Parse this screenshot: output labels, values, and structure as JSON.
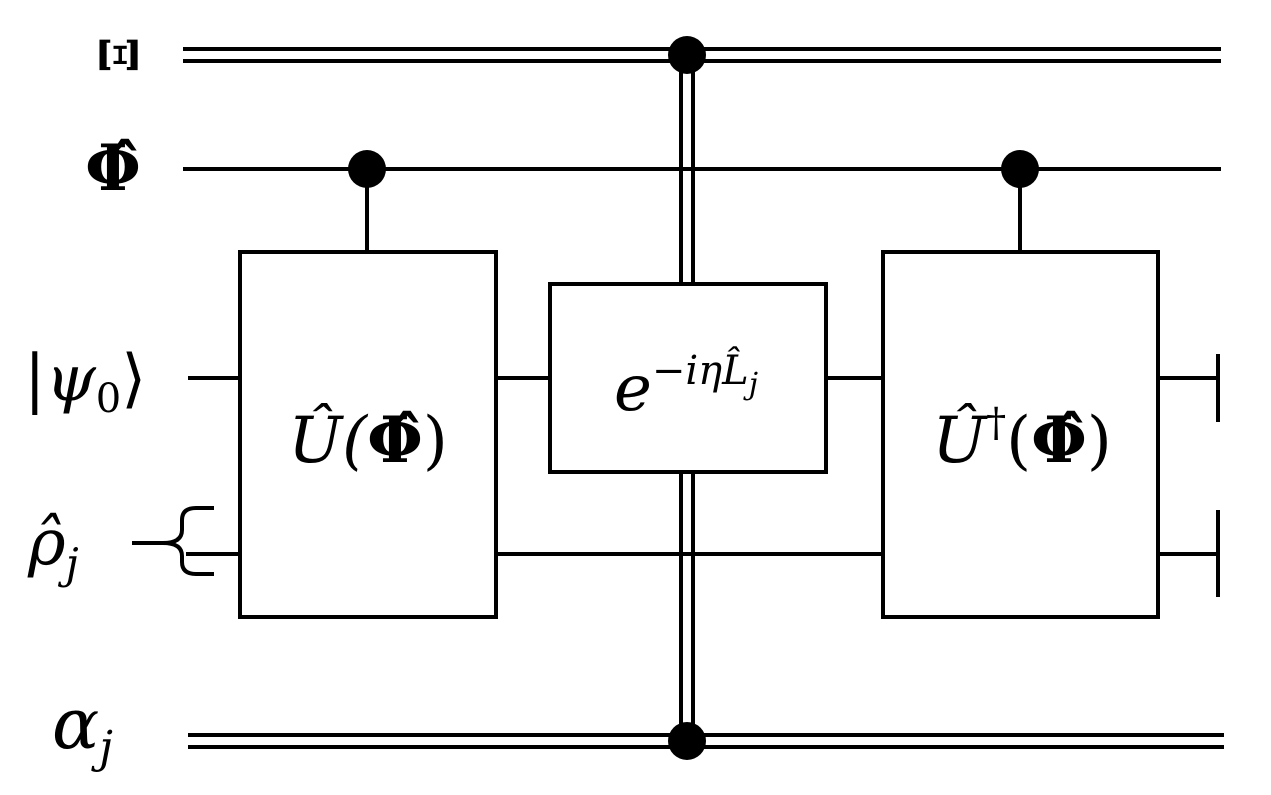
{
  "circuit": {
    "wires": {
      "xi": {
        "label": "Ξ",
        "kind": "classical"
      },
      "phi": {
        "label": "Φ̂",
        "kind": "quantum"
      },
      "psi": {
        "label_prefix": "|ψ",
        "label_sub": "0",
        "label_suffix": "⟩",
        "kind": "quantum"
      },
      "rho": {
        "label_main": "ρ̂",
        "label_sub": "j",
        "kind": "quantum"
      },
      "alpha": {
        "label_main": "α",
        "label_sub": "j",
        "kind": "classical"
      }
    },
    "gates": {
      "u": {
        "op": "Û(",
        "arg": "Φ̂",
        "close": ")"
      },
      "exp": {
        "base": "e",
        "exponent": "−iηL̂",
        "exponent_sub": "j"
      },
      "udag": {
        "op": "Û",
        "dagger": "†",
        "open": "(",
        "arg": "Φ̂",
        "close": ")"
      }
    }
  }
}
